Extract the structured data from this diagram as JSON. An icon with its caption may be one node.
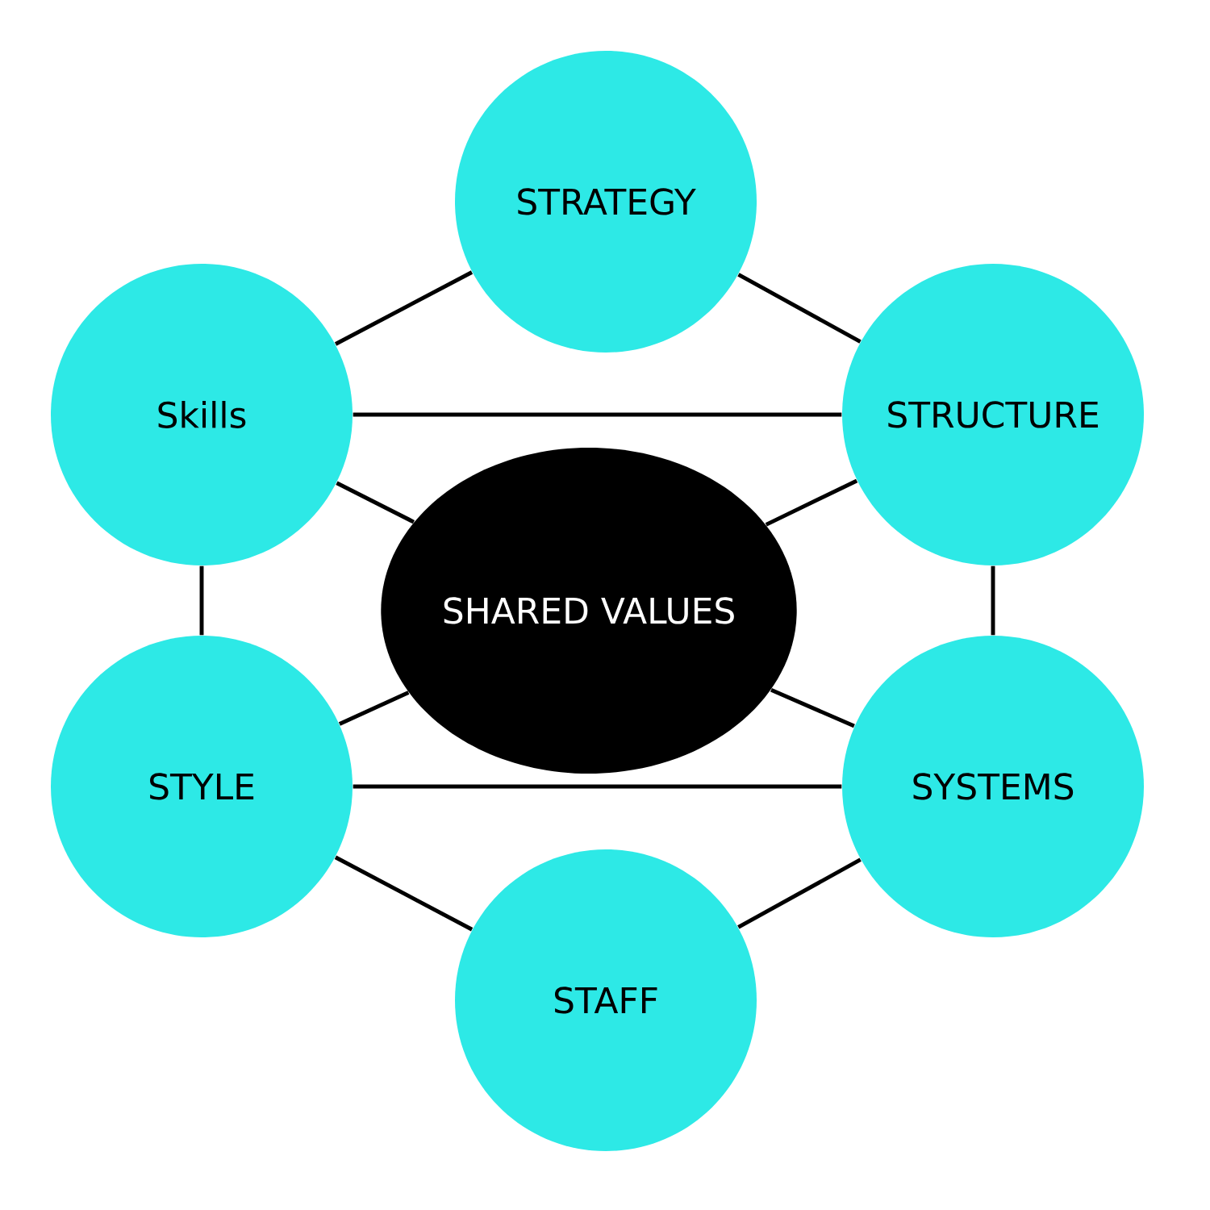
{
  "diagram": {
    "nodes": [
      {
        "text": [
          "STRATEGY"
        ]
      },
      {
        "text": [
          "STRUCTURE"
        ]
      },
      {
        "text": [
          "SYSTEMS"
        ]
      },
      {
        "text": [
          "STAFF"
        ]
      },
      {
        "text": [
          "STYLE"
        ]
      },
      {
        "text": [
          "Skills"
        ]
      },
      {
        "text": [
          "SHARED VALUES"
        ]
      }
    ],
    "edges": [
      {
        "from": 0,
        "to": 1,
        "arrow": "none"
      },
      {
        "from": 1,
        "to": 2,
        "arrow": "none"
      },
      {
        "from": 2,
        "to": 3,
        "arrow": "none"
      },
      {
        "from": 3,
        "to": 4,
        "arrow": "none"
      },
      {
        "from": 4,
        "to": 5,
        "arrow": "none"
      },
      {
        "from": 5,
        "to": 0,
        "arrow": "none"
      },
      {
        "from": 5,
        "to": 1,
        "arrow": "none"
      },
      {
        "from": 4,
        "to": 2,
        "arrow": "none"
      },
      {
        "from": 5,
        "to": 6,
        "arrow": "none"
      },
      {
        "from": 1,
        "to": 6,
        "arrow": "none"
      },
      {
        "from": 4,
        "to": 6,
        "arrow": "none"
      },
      {
        "from": 2,
        "to": 6,
        "arrow": "none"
      }
    ]
  }
}
